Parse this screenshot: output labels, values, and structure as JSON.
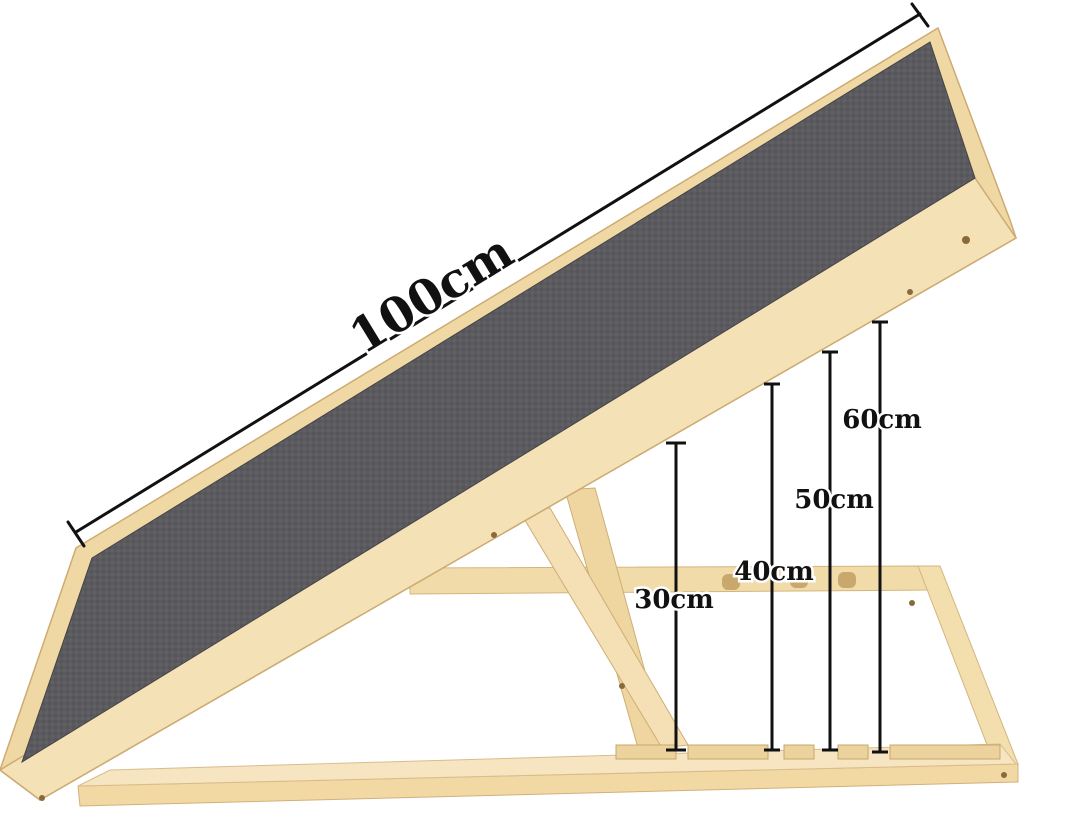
{
  "product": {
    "description": "Adjustable wooden pet ramp with grey carpet surface",
    "colors": {
      "wood": "#f2dcae",
      "wood_dark": "#d9bc84",
      "carpet": "#5a5a5e",
      "dimension_line": "#111111"
    }
  },
  "dimensions": {
    "length_label": "100cm",
    "heights": [
      "30cm",
      "40cm",
      "50cm",
      "60cm"
    ]
  }
}
